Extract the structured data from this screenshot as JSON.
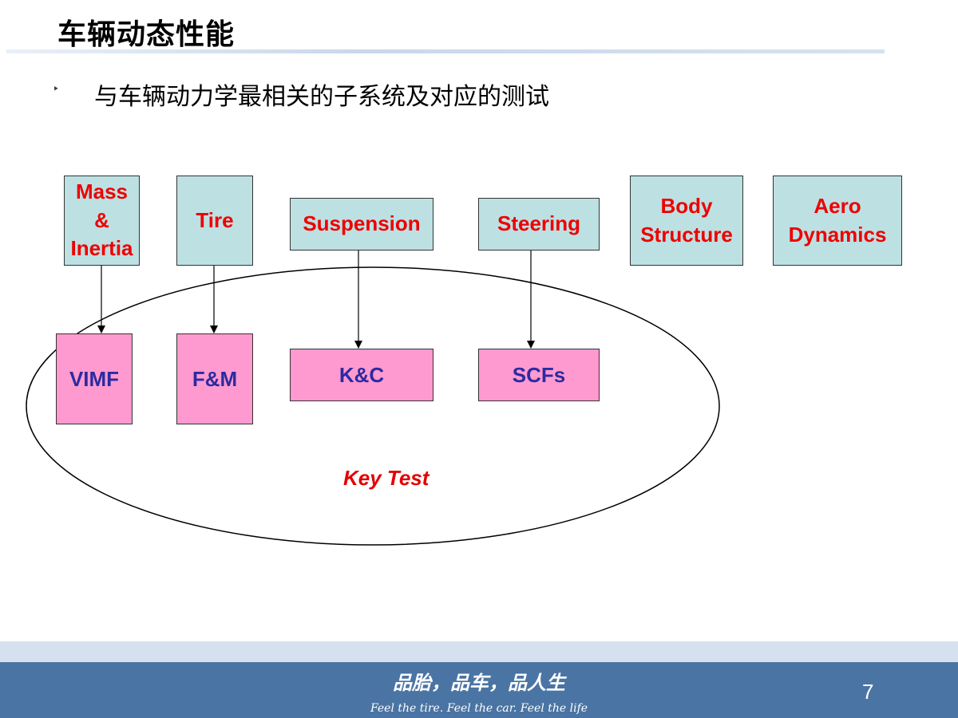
{
  "header": {
    "title": "车辆动态性能",
    "bullet_symbol": "‣",
    "subtitle": "与车辆动力学最相关的子系统及对应的测试"
  },
  "diagram": {
    "subsystems": [
      {
        "id": "mass",
        "label": "Mass\n&\nInertia"
      },
      {
        "id": "tire",
        "label": "Tire"
      },
      {
        "id": "suspension",
        "label": "Suspension"
      },
      {
        "id": "steering",
        "label": "Steering"
      },
      {
        "id": "body",
        "label": "Body\nStructure"
      },
      {
        "id": "aero",
        "label": "Aero\nDynamics"
      }
    ],
    "tests": [
      {
        "id": "vimf",
        "label": "VIMF",
        "from": "mass"
      },
      {
        "id": "fm",
        "label": "F&M",
        "from": "tire"
      },
      {
        "id": "kc",
        "label": "K&C",
        "from": "suspension"
      },
      {
        "id": "scfs",
        "label": "SCFs",
        "from": "steering"
      }
    ],
    "group_label": "Key Test",
    "colors": {
      "subsystem_fill": "#bde0e3",
      "subsystem_text": "#ee0000",
      "test_fill": "#ff9ad0",
      "test_text": "#2b2ba0",
      "group_label_text": "#e30000"
    }
  },
  "footer": {
    "slogan": "品胎，品车，品人生",
    "slogan_en": "Feel the tire. Feel the car. Feel the life",
    "page_number": "7",
    "bar_color": "#4a74a3"
  }
}
